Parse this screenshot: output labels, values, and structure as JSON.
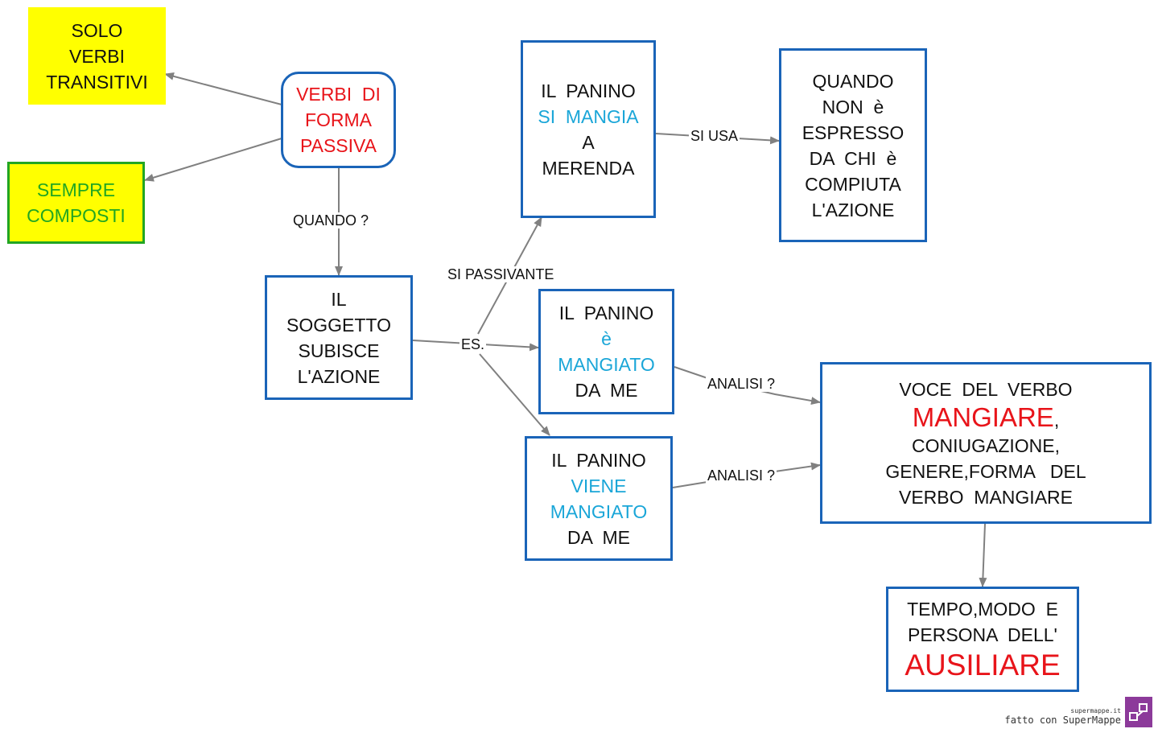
{
  "nodes": {
    "solo": [
      "SOLO",
      "VERBI",
      "TRANSITIVI"
    ],
    "sempre": [
      "SEMPRE",
      "COMPOSTI"
    ],
    "verbi": [
      "VERBI  DI",
      "FORMA",
      "PASSIVA"
    ],
    "soggetto": [
      "IL",
      "SOGGETTO",
      "SUBISCE",
      "L'AZIONE"
    ],
    "si_mangia": [
      "IL  PANINO",
      "SI  MANGIA",
      "A",
      "MERENDA"
    ],
    "quando_non": [
      "QUANDO",
      "NON  è",
      "ESPRESSO",
      "DA  CHI  è",
      "COMPIUTA",
      "L'AZIONE"
    ],
    "e_mangiato": [
      "IL  PANINO",
      "è",
      "MANGIATO",
      "DA  ME"
    ],
    "viene": [
      "IL  PANINO",
      "VIENE",
      "MANGIATO",
      "DA  ME"
    ],
    "voce": [
      "VOCE  DEL  VERBO",
      "MANGIARE",
      ",",
      "CONIUGAZIONE,",
      "GENERE,FORMA   DEL",
      "VERBO  MANGIARE"
    ],
    "tempo": [
      "TEMPO,MODO  E",
      "PERSONA  DELL'",
      "AUSILIARE"
    ]
  },
  "edge_labels": {
    "quando": "QUANDO  ?",
    "si_passivante": "SI PASSIVANTE",
    "es": "ES.",
    "si_usa": "SI USA",
    "analisi_1": "ANALISI ?",
    "analisi_2": "ANALISI ?"
  },
  "footer": {
    "site": "supermappe.it",
    "credit": "fatto con SuperMappe"
  },
  "colors": {
    "node_border": "#1a64b8",
    "highlight_red": "#e8141a",
    "highlight_cyan": "#1aa6d8",
    "green": "#22a622",
    "yellow": "#ffff00",
    "edge": "#808080",
    "logo": "#8c3a9a"
  }
}
